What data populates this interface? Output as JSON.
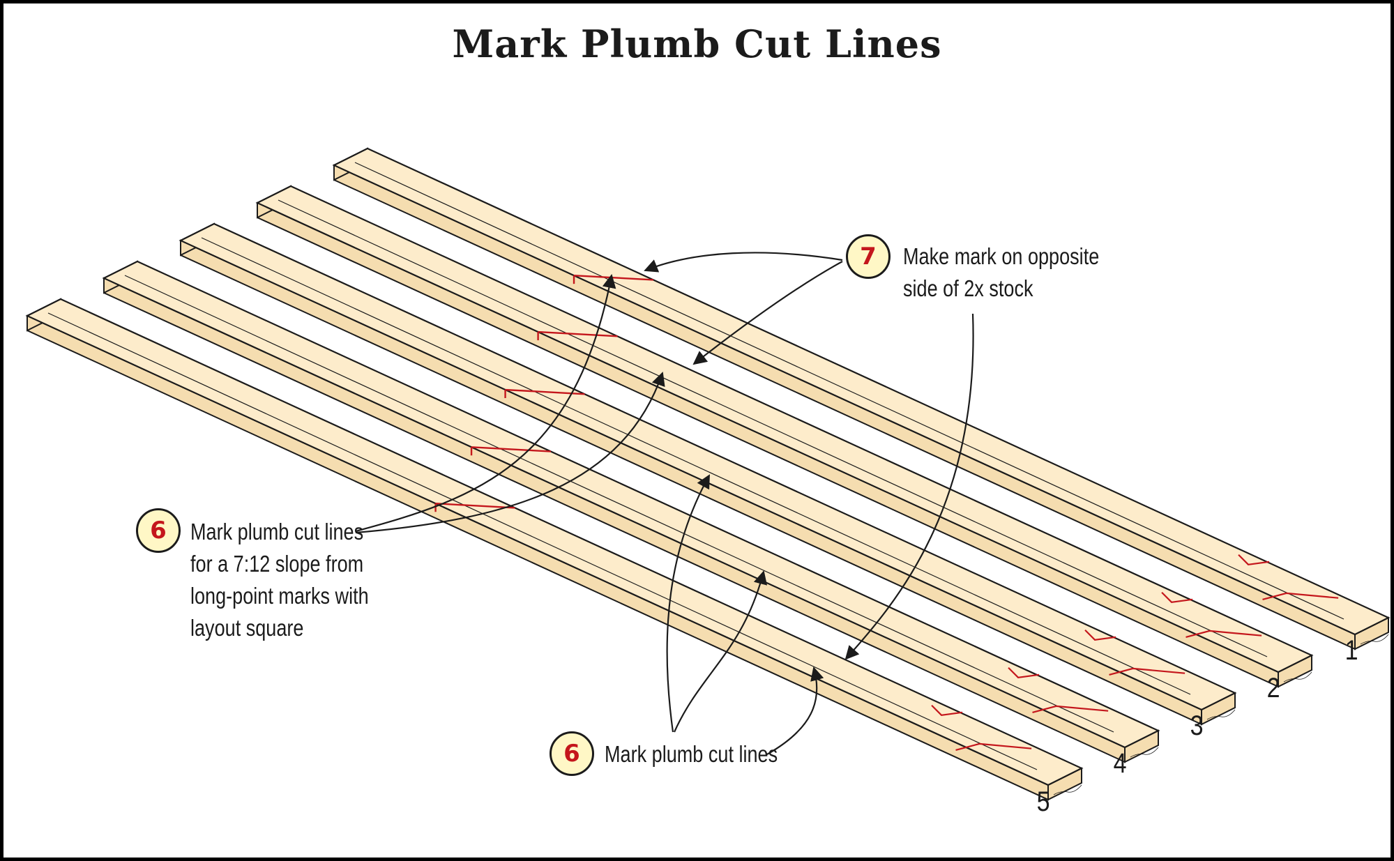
{
  "title": "Mark Plumb Cut Lines",
  "colors": {
    "board_top": "#fdeccb",
    "board_side": "#f5ddb0",
    "outline": "#1b1b1b",
    "mark": "#c4161c",
    "badge_fill": "#fff7c6"
  },
  "callouts": {
    "step7": {
      "number": "7",
      "lines": [
        "Make mark on opposite",
        "side of 2x stock"
      ]
    },
    "step6_left": {
      "number": "6",
      "lines": [
        "Mark plumb cut lines",
        "for a 7:12 slope from",
        "long-point marks with",
        "layout square"
      ]
    },
    "step6_bottom": {
      "number": "6",
      "lines": [
        "Mark plumb cut lines"
      ]
    }
  },
  "boards": [
    {
      "label": "1"
    },
    {
      "label": "2"
    },
    {
      "label": "3"
    },
    {
      "label": "4"
    },
    {
      "label": "5"
    }
  ]
}
